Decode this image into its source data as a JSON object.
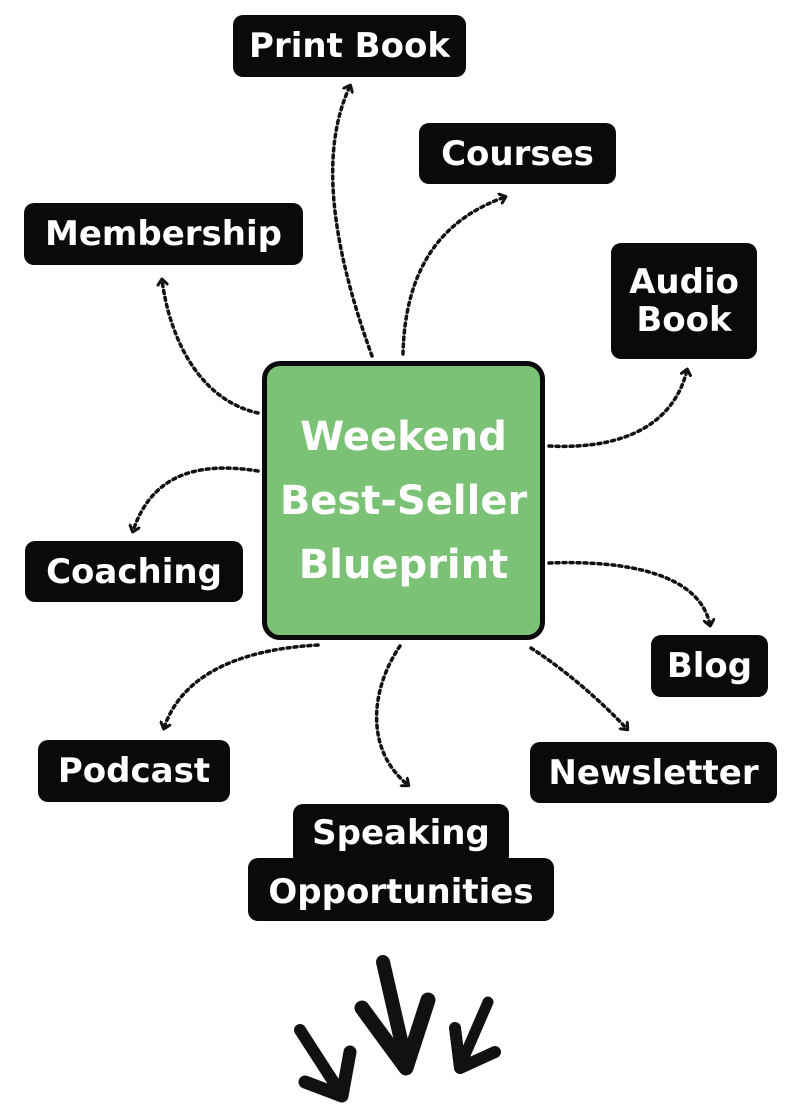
{
  "center": {
    "lines": [
      "Weekend",
      "Best-Seller",
      "Blueprint"
    ],
    "color": "#7cc276"
  },
  "nodes": {
    "print_book": "Print Book",
    "courses": "Courses",
    "membership": "Membership",
    "audio_book": [
      "Audio",
      "Book"
    ],
    "coaching": "Coaching",
    "blog": "Blog",
    "podcast": "Podcast",
    "newsletter": "Newsletter",
    "speaking": [
      "Speaking",
      "Opportunities"
    ]
  },
  "colors": {
    "tag_background": "#0a0a0a",
    "tag_text": "#ffffff",
    "connector": "#111111"
  },
  "connector_style": "dotted arrows radiating from center box to each label",
  "decoration": "three hand-drawn downward arrows at bottom"
}
